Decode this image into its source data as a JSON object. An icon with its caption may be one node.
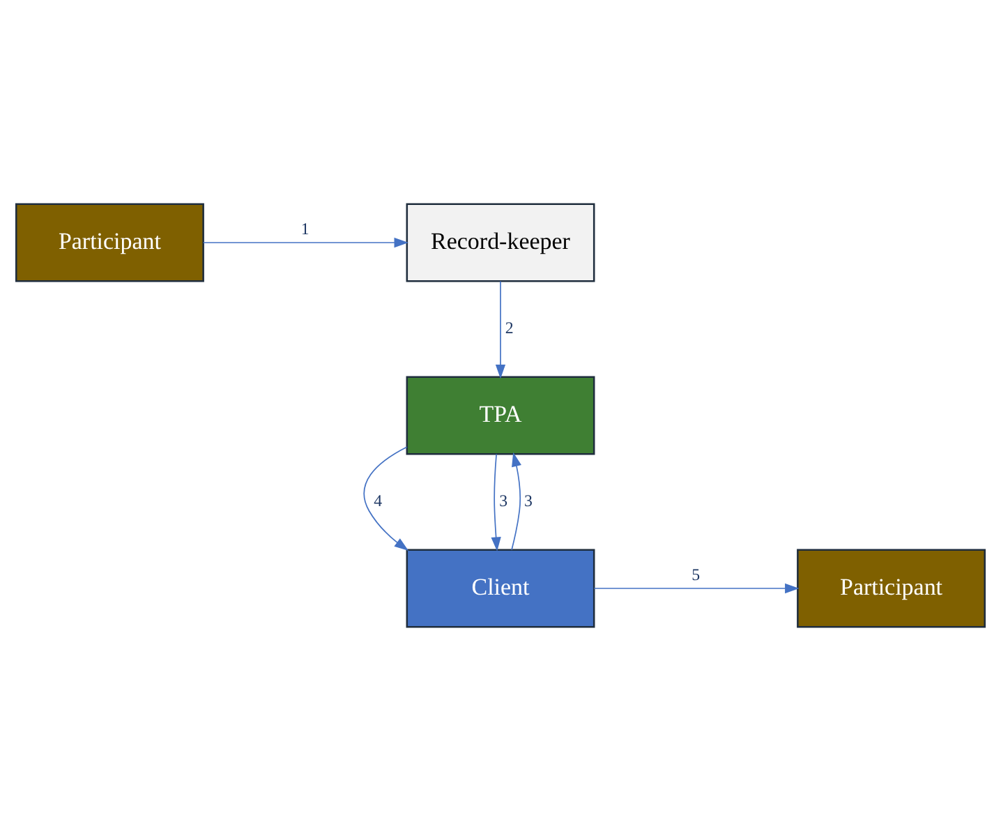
{
  "diagram": {
    "nodes": [
      {
        "text": [
          "Participant"
        ]
      },
      {
        "text": [
          "Record-keeper"
        ]
      },
      {
        "text": [
          "TPA"
        ]
      },
      {
        "text": [
          "Client"
        ]
      },
      {
        "text": [
          "Participant"
        ]
      }
    ],
    "edges": [
      {
        "from": 0,
        "to": 1,
        "arrow": "to",
        "label": "1"
      },
      {
        "from": 1,
        "to": 2,
        "arrow": "to",
        "label": "2"
      },
      {
        "from": 3,
        "to": 2,
        "arrow": "to",
        "label": "3"
      },
      {
        "from": 2,
        "to": 3,
        "arrow": "to",
        "label": "4"
      },
      {
        "from": 2,
        "to": 3,
        "arrow": "to",
        "label": "3"
      },
      {
        "from": 3,
        "to": 4,
        "arrow": "to",
        "label": "5"
      }
    ]
  }
}
